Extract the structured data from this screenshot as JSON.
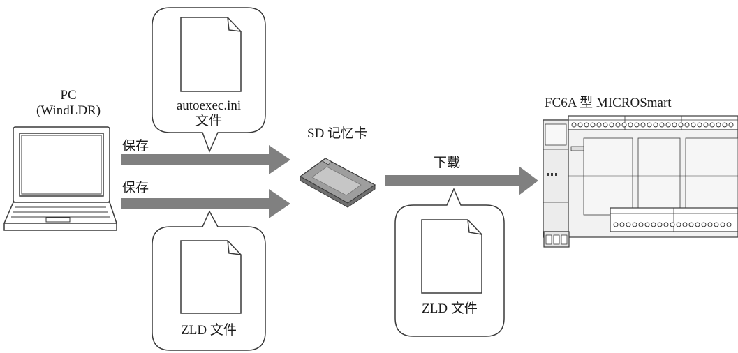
{
  "pc": {
    "name": "PC",
    "software": "(WindLDR)"
  },
  "top_arrow_label": "保存",
  "bottom_arrow_label": "保存",
  "callout_top": {
    "file": "autoexec.ini",
    "suffix": "文件"
  },
  "callout_bottom": {
    "file": "ZLD 文件"
  },
  "sd_card_label": "SD 记忆卡",
  "download_label": "下载",
  "callout_right": {
    "file": "ZLD 文件"
  },
  "plc_label": "FC6A 型 MICROSmart",
  "colors": {
    "arrow": "#808080",
    "outline": "#3a3a3a",
    "sd_card": "#9e9e9e",
    "plc_body": "#f2f2f2"
  }
}
